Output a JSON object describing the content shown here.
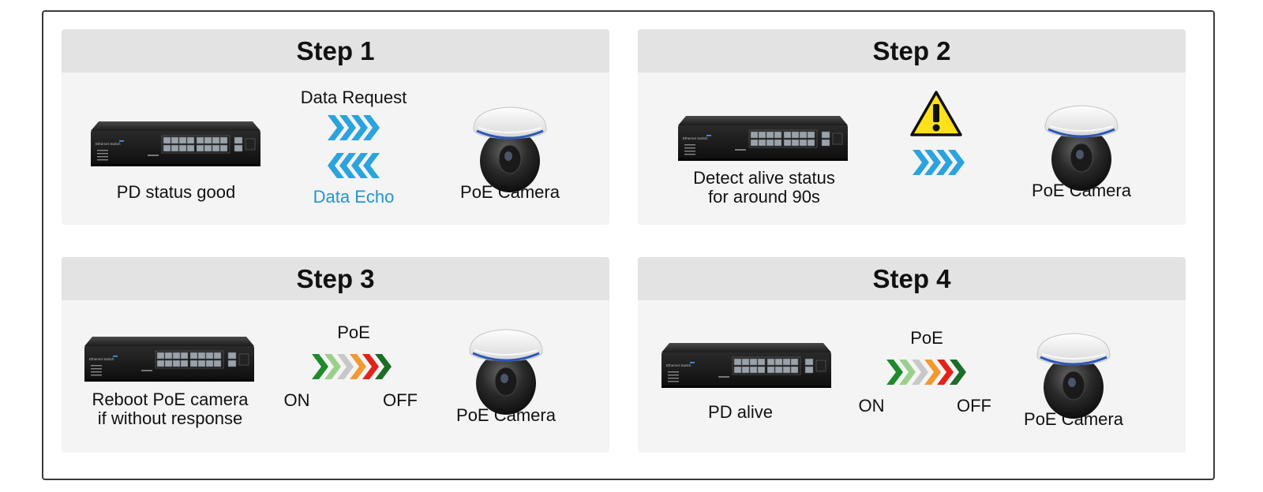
{
  "steps": [
    {
      "title": "Step 1",
      "switch_caption": "PD status good",
      "top_label": "Data Request",
      "bottom_label": "Data Echo",
      "camera_caption": "PoE Camera"
    },
    {
      "title": "Step 2",
      "switch_caption_line1": "Detect alive status",
      "switch_caption_line2": "for around 90s",
      "camera_caption": "PoE Camera",
      "warning_glyph": "!"
    },
    {
      "title": "Step 3",
      "switch_caption_line1": "Reboot PoE camera",
      "switch_caption_line2": "if without response",
      "poe_label": "PoE",
      "on_label": "ON",
      "off_label": "OFF",
      "camera_caption": "PoE Camera"
    },
    {
      "title": "Step 4",
      "switch_caption": "PD  alive",
      "poe_label": "PoE",
      "on_label": "ON",
      "off_label": "OFF",
      "camera_caption": "PoE Camera"
    }
  ],
  "colors": {
    "blue_arrow": "#2ba3de",
    "green": "#1f8a2c",
    "light_green": "#9ad08c",
    "gray": "#c8c8c8",
    "orange": "#f29a2e",
    "red": "#e2231a",
    "dark_green": "#1b6e26",
    "warning_yellow": "#ffe11a"
  },
  "icons": [
    "switch-icon",
    "dome-camera-icon",
    "warning-icon",
    "chevron-arrows-icon"
  ]
}
